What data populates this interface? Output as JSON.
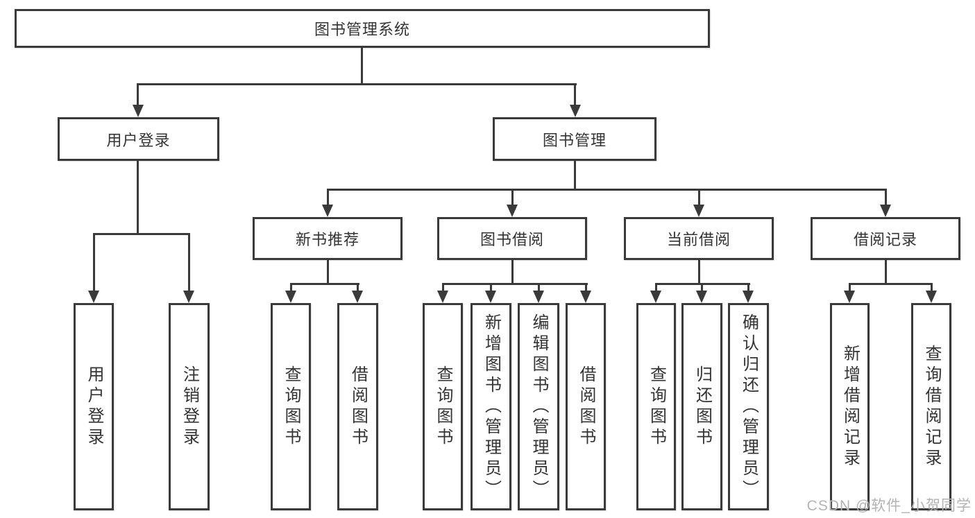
{
  "diagram": {
    "title": "图书管理系统",
    "root": {
      "label": "图书管理系统"
    },
    "level2": [
      {
        "label": "用户登录"
      },
      {
        "label": "图书管理"
      }
    ],
    "level3": [
      {
        "label": "新书推荐"
      },
      {
        "label": "图书借阅"
      },
      {
        "label": "当前借阅"
      },
      {
        "label": "借阅记录"
      }
    ],
    "leaves": {
      "login": [
        "用户登录",
        "注销登录"
      ],
      "recommend": [
        "查询图书",
        "借阅图书"
      ],
      "borrow": [
        "查询图书",
        "新增图书（管理员）",
        "编辑图书（管理员）",
        "借阅图书"
      ],
      "current": [
        "查询图书",
        "归还图书",
        "确认归还（管理员）"
      ],
      "records": [
        "新增借阅记录",
        "查询借阅记录"
      ]
    }
  },
  "watermark": {
    "text": "CSDN @软件_小贺同学"
  },
  "colors": {
    "line": "#3a3a3a",
    "text": "#333333",
    "background": "#ffffff",
    "watermark": "#b3b3b3"
  }
}
